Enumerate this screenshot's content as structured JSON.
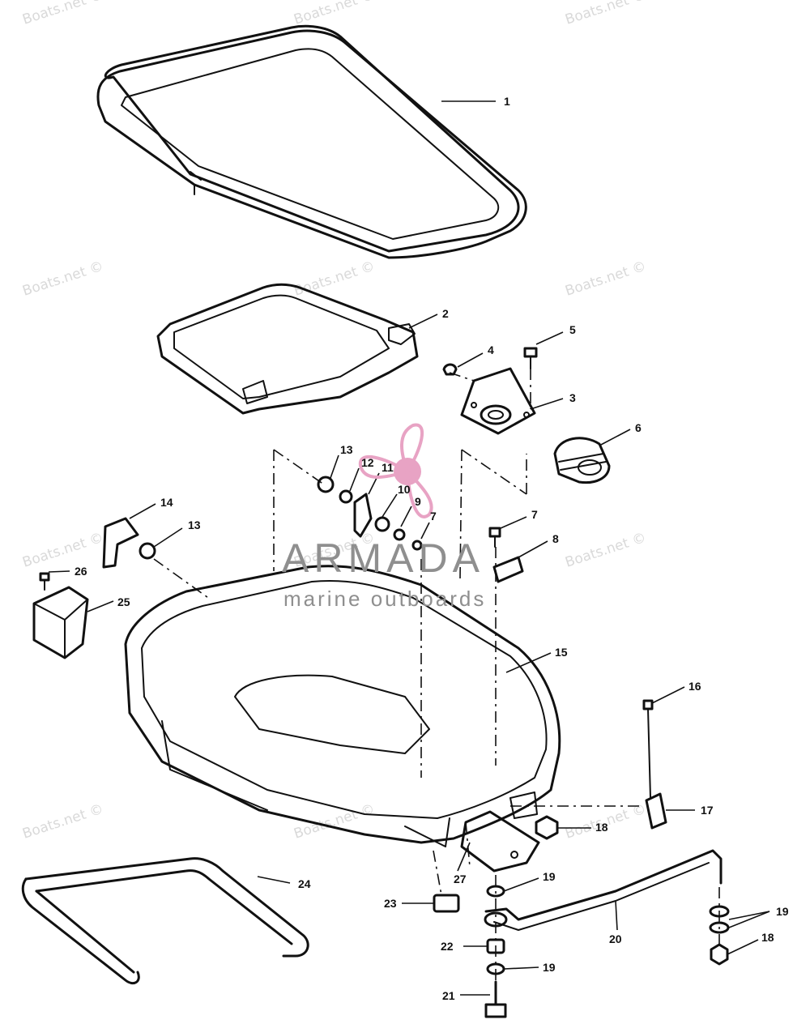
{
  "watermark": "Boats.net ©",
  "brand": {
    "name": "ARMADA",
    "tagline": "marine outboards",
    "logo_icon": "propeller-icon",
    "accent_color": "#e8a3c4"
  },
  "callouts": [
    "1",
    "2",
    "3",
    "4",
    "5",
    "6",
    "7",
    "8",
    "9",
    "10",
    "11",
    "12",
    "13",
    "14",
    "15",
    "16",
    "17",
    "18",
    "19",
    "20",
    "21",
    "22",
    "23",
    "24",
    "25",
    "26",
    "27"
  ]
}
